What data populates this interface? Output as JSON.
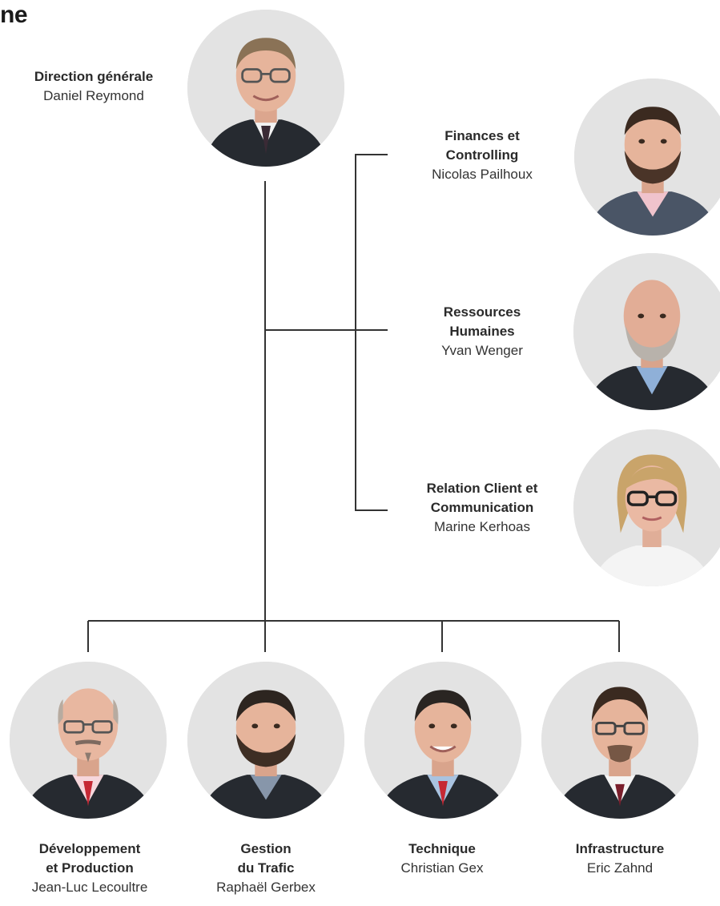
{
  "page": {
    "title": "ne"
  },
  "people": {
    "director": {
      "role": "Direction générale",
      "name": "Daniel Reymond",
      "avatar_icon": "portrait-man-glasses"
    },
    "finances": {
      "role_line1": "Finances et",
      "role_line2": "Controlling",
      "name": "Nicolas Pailhoux",
      "avatar_icon": "portrait-man-beard"
    },
    "rh": {
      "role_line1": "Ressources",
      "role_line2": "Humaines",
      "name": "Yvan Wenger",
      "avatar_icon": "portrait-man-bald-beard"
    },
    "relation": {
      "role_line1": "Relation Client et",
      "role_line2": "Communication",
      "name": "Marine Kerhoas",
      "avatar_icon": "portrait-woman-glasses"
    },
    "dev": {
      "role_line1": "Développement",
      "role_line2": "et Production",
      "name": "Jean-Luc Lecoultre",
      "avatar_icon": "portrait-man-bald-glasses"
    },
    "trafic": {
      "role_line1": "Gestion",
      "role_line2": "du Trafic",
      "name": "Raphaël Gerbex",
      "avatar_icon": "portrait-man-beard"
    },
    "technique": {
      "role": "Technique",
      "name": "Christian Gex",
      "avatar_icon": "portrait-man"
    },
    "infra": {
      "role": "Infrastructure",
      "name": "Eric Zahnd",
      "avatar_icon": "portrait-man-glasses-goatee"
    }
  },
  "colors": {
    "line": "#333333",
    "photo_bg": "#e3e3e3",
    "suit": "#262a30",
    "skin": "#e6b49b"
  }
}
